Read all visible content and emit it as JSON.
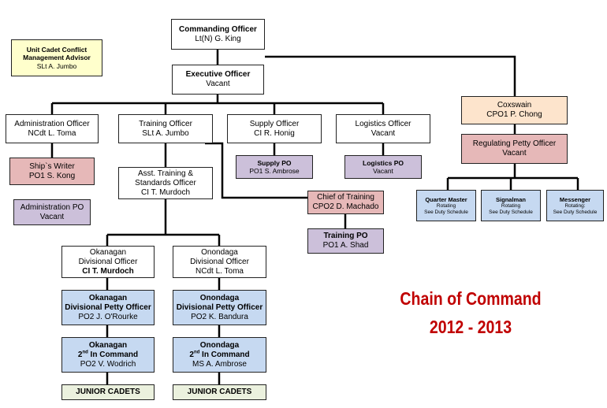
{
  "co": {
    "title": "Commanding Officer",
    "name": "Lt(N) G. King"
  },
  "advisor": {
    "title_line1": "Unit Cadet Conflict",
    "title_line2": "Management Advisor",
    "name": "SLt A. Jumbo"
  },
  "xo": {
    "title": "Executive Officer",
    "name": "Vacant"
  },
  "admin_officer": {
    "title": "Administration Officer",
    "name": "NCdt L. Toma"
  },
  "training_officer": {
    "title": "Training Officer",
    "name": "SLt A. Jumbo"
  },
  "supply_officer": {
    "title": "Supply Officer",
    "name": "CI R. Honig"
  },
  "logistics_officer": {
    "title": "Logistics Officer",
    "name": "Vacant"
  },
  "coxswain": {
    "title": "Coxswain",
    "name": "CPO1 P. Chong"
  },
  "rpo": {
    "title": "Regulating Petty Officer",
    "name": "Vacant"
  },
  "ships_writer": {
    "title": "Ship`s Writer",
    "name": "PO1 S. Kong"
  },
  "admin_po": {
    "title": "Administration PO",
    "name": "Vacant"
  },
  "supply_po": {
    "title": "Supply PO",
    "name": "PO1 S. Ambrose"
  },
  "logistics_po": {
    "title": "Logistics PO",
    "name": "Vacant"
  },
  "asst_training": {
    "title_line1": "Asst. Training &",
    "title_line2": "Standards Officer",
    "name": "CI T. Murdoch"
  },
  "chief_training": {
    "title": "Chief of Training",
    "name": "CPO2 D. Machado"
  },
  "training_po": {
    "title": "Training PO",
    "name": "PO1 A. Shad"
  },
  "quarter_master": {
    "title": "Quarter Master",
    "name": "Rotating",
    "note": "See Duty Schedule"
  },
  "signalman": {
    "title": "Signalman",
    "name": "Rotating",
    "note": "See Duty Schedule"
  },
  "messenger": {
    "title": "Messenger",
    "name": "Rotating:",
    "note": "See Duty Schedule"
  },
  "okanagan_do": {
    "title_line1": "Okanagan",
    "title_line2": "Divisional Officer",
    "name": "CI T. Murdoch"
  },
  "onondaga_do": {
    "title_line1": "Onondaga",
    "title_line2": "Divisional Officer",
    "name": "NCdt L. Toma"
  },
  "okanagan_dpo": {
    "title_line1": "Okanagan",
    "title_line2": "Divisional Petty Officer",
    "name": "PO2 J. O'Rourke"
  },
  "onondaga_dpo": {
    "title_line1": "Onondaga",
    "title_line2": "Divisional Petty Officer",
    "name": "PO2 K. Bandura"
  },
  "okanagan_2ic": {
    "title_line1": "Okanagan",
    "ordinal": "2",
    "ordinal_sup": "nd",
    "title_line2": " In Command",
    "name": "PO2 V. Wodrich"
  },
  "onondaga_2ic": {
    "title_line1": "Onondaga",
    "ordinal": "2",
    "ordinal_sup": "nd",
    "title_line2": " In Command",
    "name": "MS A. Ambrose"
  },
  "okanagan_jc": {
    "title": "JUNIOR CADETS"
  },
  "onondaga_jc": {
    "title": "JUNIOR CADETS"
  },
  "heading": {
    "line1": "Chain of Command",
    "line2": "2012 - 2013"
  },
  "colors": {
    "white": "#ffffff",
    "yellow": "#ffffcc",
    "pink": "#e6b8b8",
    "peach": "#fde4cc",
    "lavender": "#ccc0da",
    "blue": "#c6d9f1",
    "green": "#ebf1de",
    "heading_red": "#c00000"
  }
}
